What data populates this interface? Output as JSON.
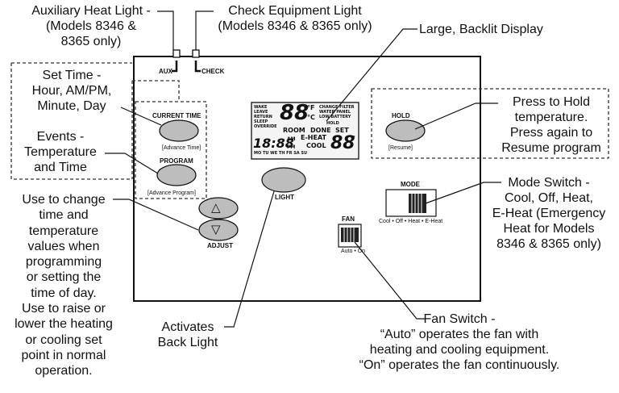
{
  "callouts": {
    "aux_heat_light": [
      "Auxiliary Heat Light -",
      "(Models 8346 &",
      "8365 only)"
    ],
    "check_equipment_light": [
      "Check Equipment Light",
      "(Models 8346 & 8365 only)"
    ],
    "backlit_display": "Large, Backlit Display",
    "set_time": [
      "Set Time -",
      "Hour, AM/PM,",
      "Minute, Day"
    ],
    "events": [
      "Events -",
      "Temperature",
      "and Time"
    ],
    "adjust_buttons": [
      "Use to change",
      "time and",
      "temperature",
      "values when",
      "programming",
      "or setting the",
      "time of day.",
      "Use to raise or",
      "lower the heating",
      "or cooling set",
      "point in normal",
      "operation."
    ],
    "activates_backlight": [
      "Activates",
      "Back Light"
    ],
    "hold": [
      "Press to Hold",
      "temperature.",
      "Press again to",
      "Resume program"
    ],
    "mode_switch": [
      "Mode Switch -",
      "Cool, Off, Heat,",
      "E-Heat (Emergency",
      "Heat for Models",
      "8346 & 8365 only)"
    ],
    "fan_switch": [
      "Fan Switch -",
      "“Auto” operates the fan with",
      "heating and cooling equipment.",
      "“On” operates the fan continuously."
    ]
  },
  "device": {
    "aux_label": "AUX",
    "check_label": "CHECK",
    "current_time_label": "CURRENT TIME",
    "advance_time_label": "[Advance Time]",
    "program_label": "PROGRAM",
    "advance_program_label": "[Advance Program]",
    "adjust_label": "ADJUST",
    "light_label": "LIGHT",
    "hold_label": "HOLD",
    "resume_label": "[Resume]",
    "mode_label": "MODE",
    "mode_positions": "Cool • Off • Heat • E-Heat",
    "fan_label": "FAN",
    "fan_positions": "Auto • On",
    "up_arrow": "△",
    "down_arrow": "▽"
  },
  "display": {
    "period_words": [
      "WAKE",
      "LEAVE",
      "RETURN",
      "SLEEP",
      "OVERRIDE"
    ],
    "temperature": "88",
    "unit_f": "°F",
    "unit_c": "°C",
    "status_words": [
      "CHANGE FILTER",
      "WATER PANEL",
      "LOW BATTERY"
    ],
    "hold": "HOLD",
    "room": "ROOM",
    "done": "DONE",
    "set": "SET",
    "time": "18:88",
    "am": "AM",
    "pm": "PM",
    "eheat": "E-HEAT",
    "cool": "COOL",
    "set_temp": "88",
    "degree": "°",
    "days": "MO TU WE TH FR SA SU"
  }
}
